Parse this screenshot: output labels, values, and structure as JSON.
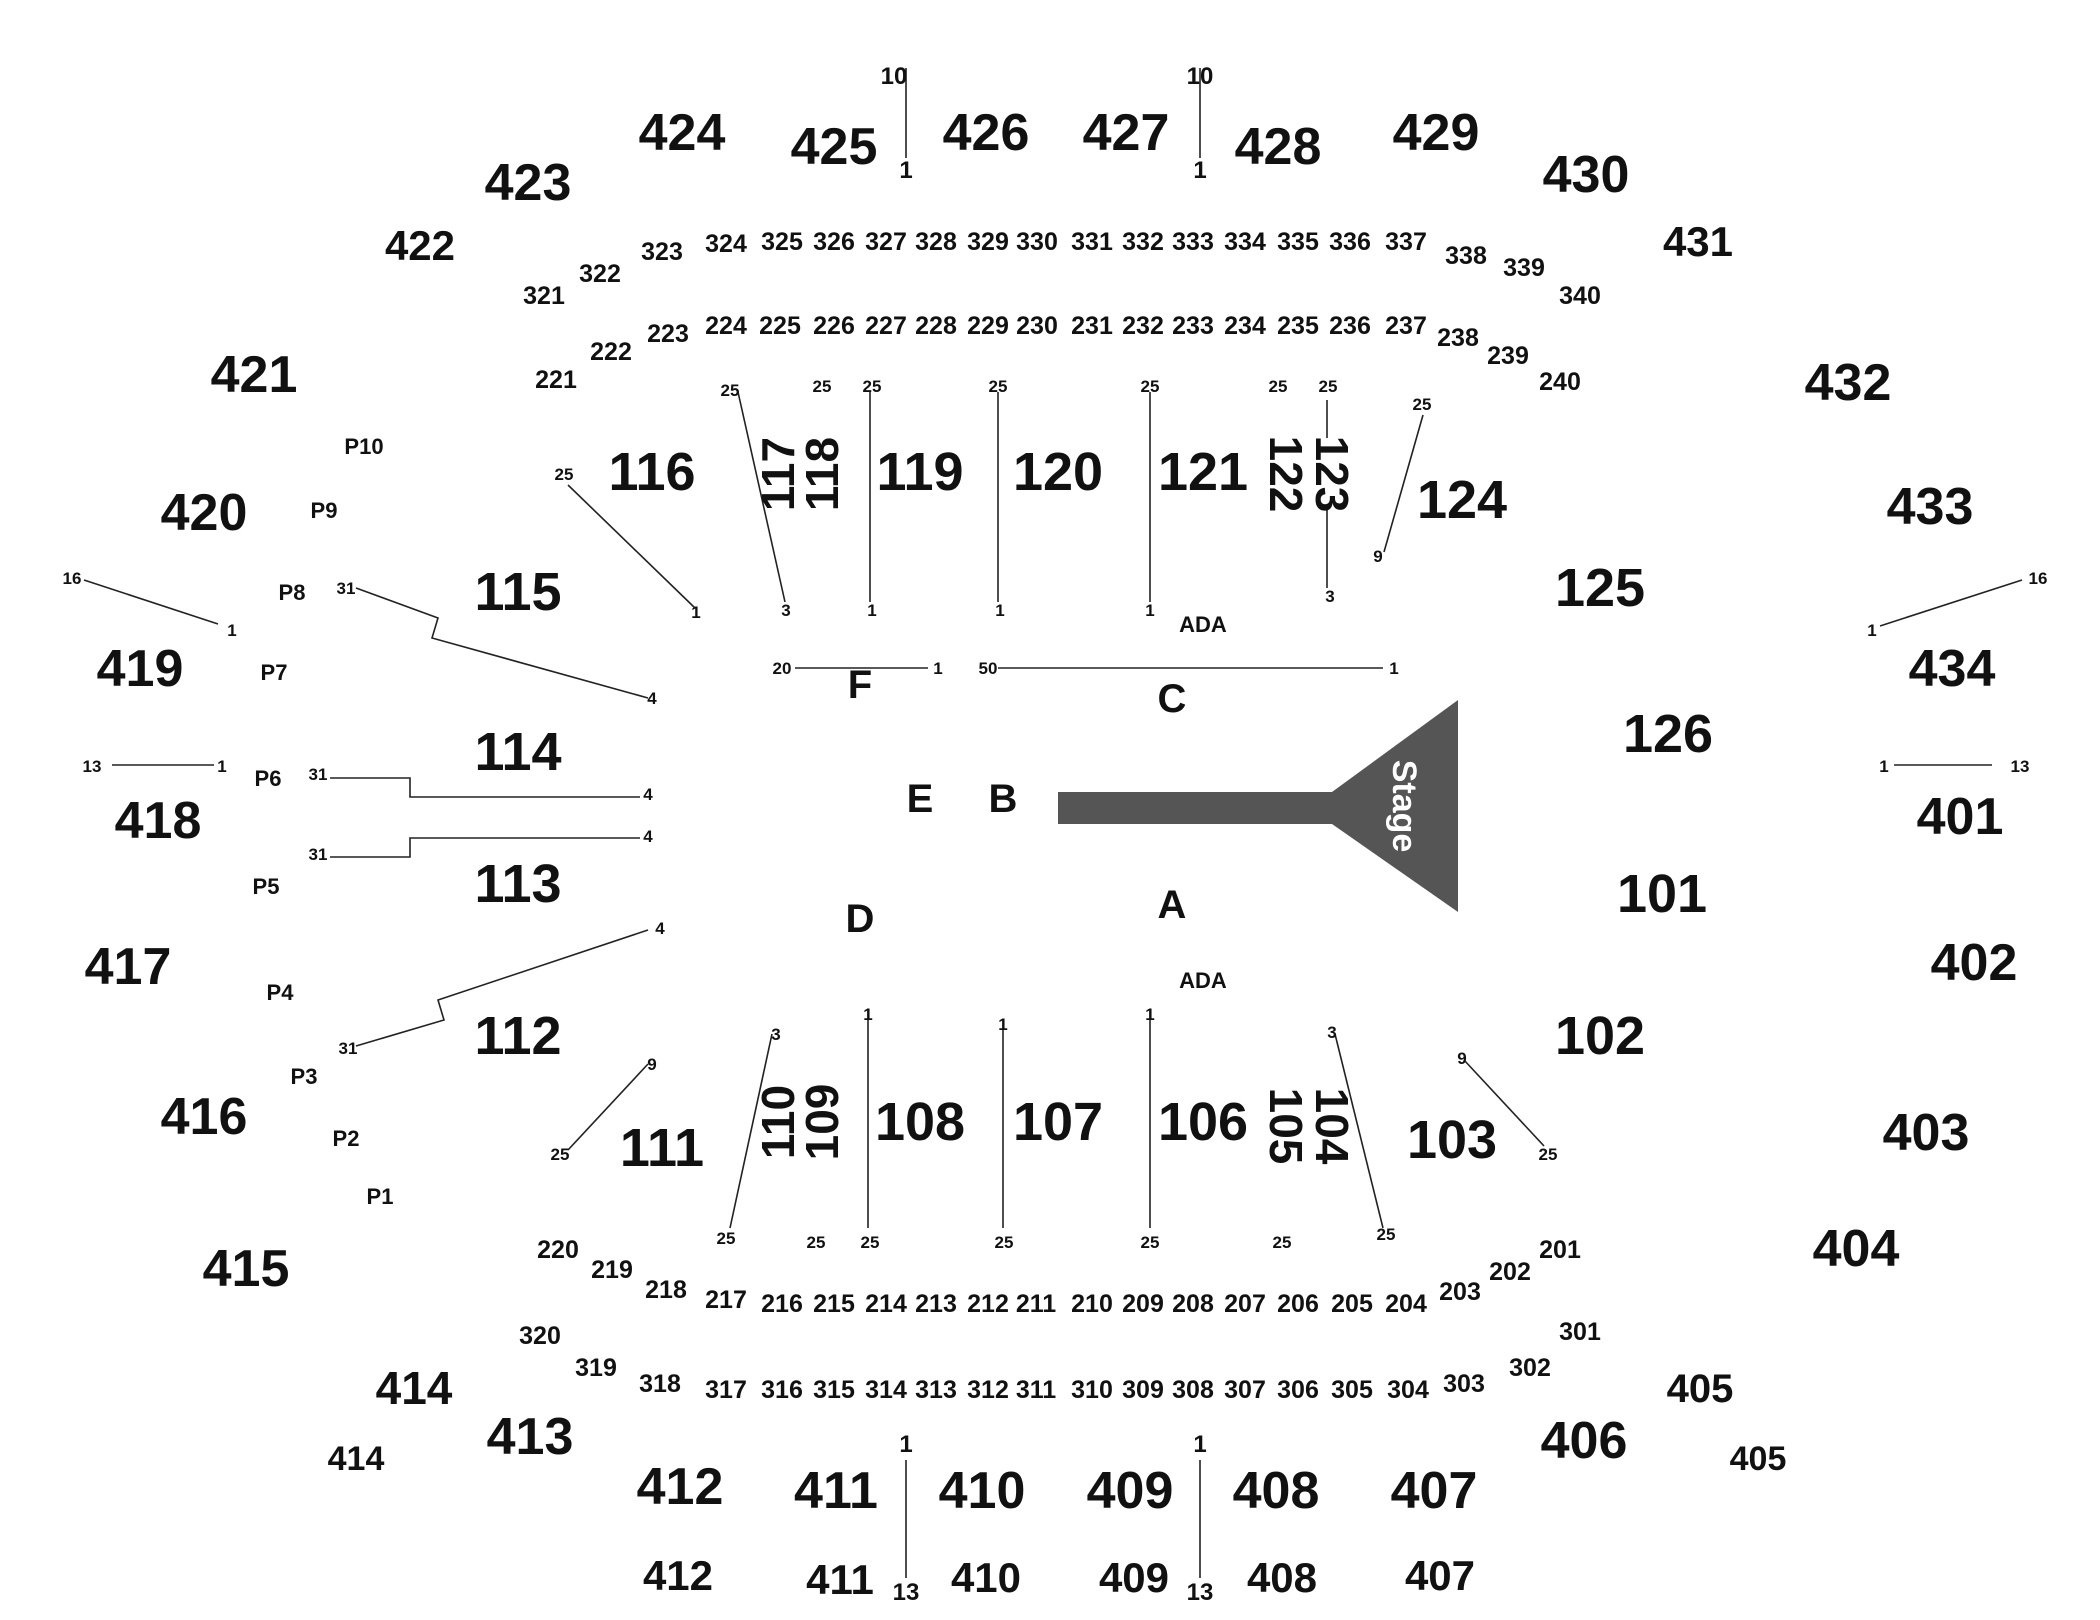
{
  "stage": {
    "label": "Stage",
    "color": "#555555"
  },
  "floor": {
    "a": "A",
    "b": "B",
    "c": "C",
    "d": "D",
    "e": "E",
    "f": "F",
    "ada_top": "ADA",
    "ada_bottom": "ADA"
  },
  "sections_100": [
    "101",
    "102",
    "103",
    "104",
    "105",
    "106",
    "107",
    "108",
    "109",
    "110",
    "111",
    "112",
    "113",
    "114",
    "115",
    "116",
    "117",
    "118",
    "119",
    "120",
    "121",
    "122",
    "123",
    "124",
    "125",
    "126"
  ],
  "sections_200": [
    "201",
    "202",
    "203",
    "204",
    "205",
    "206",
    "207",
    "208",
    "209",
    "210",
    "211",
    "212",
    "213",
    "214",
    "215",
    "216",
    "217",
    "218",
    "219",
    "220",
    "221",
    "222",
    "223",
    "224",
    "225",
    "226",
    "227",
    "228",
    "229",
    "230",
    "231",
    "232",
    "233",
    "234",
    "235",
    "236",
    "237",
    "238",
    "239",
    "240"
  ],
  "sections_300": [
    "301",
    "302",
    "303",
    "304",
    "305",
    "306",
    "307",
    "308",
    "309",
    "310",
    "311",
    "312",
    "313",
    "314",
    "315",
    "316",
    "317",
    "318",
    "319",
    "320",
    "321",
    "322",
    "323",
    "324",
    "325",
    "326",
    "327",
    "328",
    "329",
    "330",
    "331",
    "332",
    "333",
    "334",
    "335",
    "336",
    "337",
    "338",
    "339",
    "340"
  ],
  "sections_400": [
    "401",
    "402",
    "403",
    "404",
    "405",
    "406",
    "407",
    "408",
    "409",
    "410",
    "411",
    "412",
    "413",
    "414",
    "415",
    "416",
    "417",
    "418",
    "419",
    "420",
    "421",
    "422",
    "423",
    "424",
    "425",
    "426",
    "427",
    "428",
    "429",
    "430",
    "431",
    "432",
    "433",
    "434"
  ],
  "sections_400_lower": [
    "405",
    "407",
    "408",
    "409",
    "410",
    "411",
    "412",
    "414"
  ],
  "suites": [
    "P1",
    "P2",
    "P3",
    "P4",
    "P5",
    "P6",
    "P7",
    "P8",
    "P9",
    "P10"
  ],
  "row_labels": [
    "1",
    "3",
    "4",
    "9",
    "10",
    "13",
    "16",
    "20",
    "25",
    "31",
    "50"
  ]
}
